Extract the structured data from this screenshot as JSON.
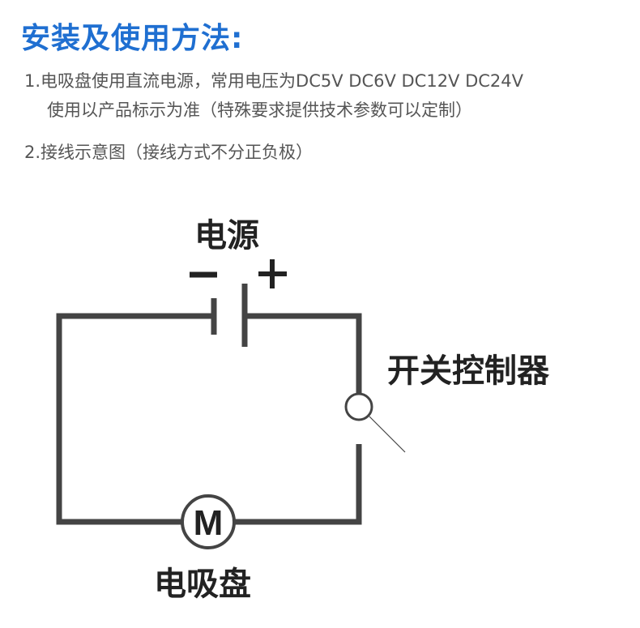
{
  "title": "安装及使用方法:",
  "instructions": {
    "line1": "1.电吸盘使用直流电源，常用电压为DC5V DC6V DC12V DC24V",
    "line2": "使用以产品标示为准（特殊要求提供技术参数可以定制）",
    "line3": "2.接线示意图（接线方式不分正负极）"
  },
  "diagram": {
    "power_label": "电源",
    "minus": "−",
    "plus": "+",
    "switch_label": "开关控制器",
    "motor_symbol": "M",
    "load_label": "电吸盘",
    "wire_color": "#444444"
  }
}
